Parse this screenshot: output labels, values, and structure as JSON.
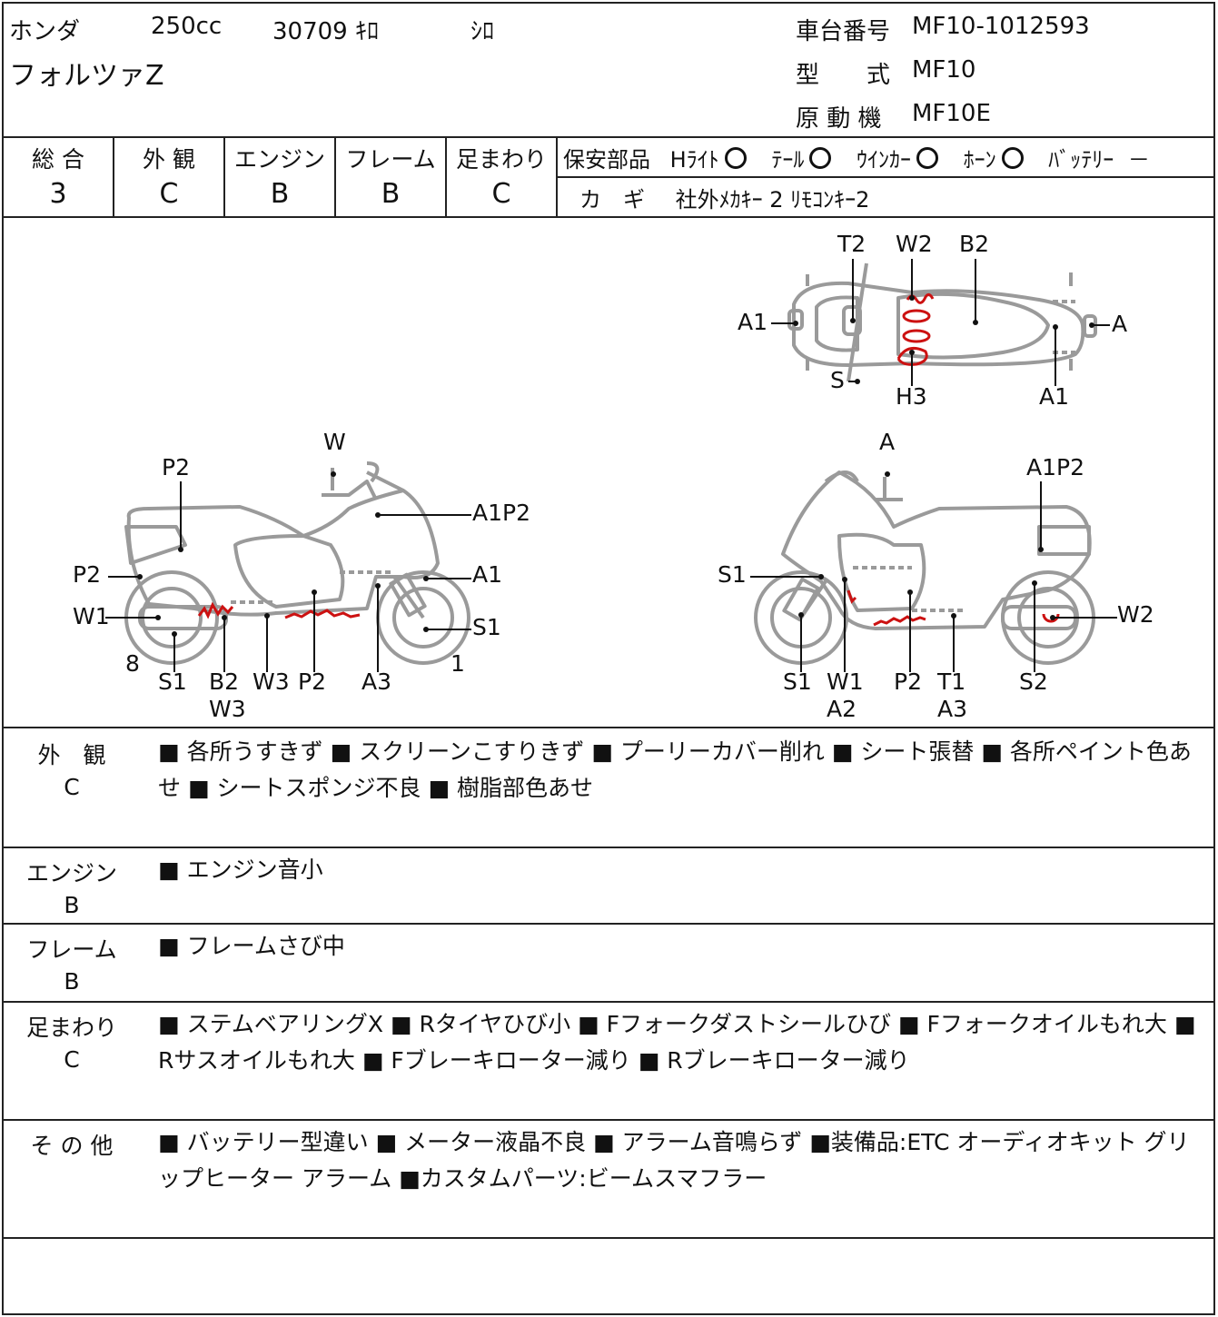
{
  "header": {
    "maker": "ホンダ",
    "displacement": "250cc",
    "mileage": "30709 ｷﾛ",
    "color": "ｼﾛ",
    "model_name": "フォルツァZ",
    "frame_no_label": "車台番号",
    "frame_no": "MF10-1012593",
    "type_label": "型　　式",
    "type_value": "MF10",
    "engine_label": "原 動 機",
    "engine_value": "MF10E"
  },
  "grades": [
    {
      "label": "総 合",
      "value": "3"
    },
    {
      "label": "外 観",
      "value": "C"
    },
    {
      "label": "エンジン",
      "value": "B"
    },
    {
      "label": "フレーム",
      "value": "B"
    },
    {
      "label": "足まわり",
      "value": "C"
    }
  ],
  "safety": {
    "label": "保安部品",
    "items": [
      {
        "name": "Hﾗｲﾄ",
        "status": "circle"
      },
      {
        "name": "ﾃｰﾙ",
        "status": "circle"
      },
      {
        "name": "ｳｲﾝｶｰ",
        "status": "circle"
      },
      {
        "name": "ﾎｰﾝ",
        "status": "circle"
      },
      {
        "name": "ﾊﾞｯﾃﾘｰ",
        "status": "－"
      }
    ],
    "key_label": "カ　ギ",
    "key_value": "社外ﾒｶｷｰ 2  ﾘﾓｺﾝｷｰ2"
  },
  "diagram_labels": {
    "top": [
      "T2",
      "W2",
      "B2",
      "A1",
      "A",
      "S",
      "H3",
      "A1"
    ],
    "left": [
      "W",
      "P2",
      "A1P2",
      "P2",
      "A1",
      "W1",
      "S1",
      "8",
      "1",
      "S1",
      "B2",
      "W3",
      "P2",
      "A3",
      "W3"
    ],
    "right": [
      "A",
      "A1P2",
      "S1",
      "W2",
      "S1",
      "W1",
      "P2",
      "T1",
      "S2",
      "A2",
      "A3"
    ]
  },
  "sections": [
    {
      "label": "外　観",
      "grade": "C",
      "text": "■ 各所うすきず ■ スクリーンこすりきず ■ プーリーカバー削れ ■ シート張替 ■ 各所ペイント色あせ ■ シートスポンジ不良 ■ 樹脂部色あせ"
    },
    {
      "label": "エンジン",
      "grade": "B",
      "text": "■ エンジン音小"
    },
    {
      "label": "フレーム",
      "grade": "B",
      "text": "■ フレームさび中"
    },
    {
      "label": "足まわり",
      "grade": "C",
      "text": "■ ステムベアリングX ■ Rタイヤひび小 ■ Fフォークダストシールひび ■ Fフォークオイルもれ大 ■ Rサスオイルもれ大 ■ Fブレーキローター減り ■ Rブレーキローター減り"
    },
    {
      "label": "そ の 他",
      "grade": "",
      "text": "■ バッテリー型違い ■ メーター液晶不良 ■ アラーム音鳴らず ■装備品:ETC オーディオキット グリップヒーター アラーム ■カスタムパーツ:ビームスマフラー"
    }
  ],
  "colors": {
    "line": "#222222",
    "bike": "#9a9a9a",
    "damage": "#cc1111"
  }
}
